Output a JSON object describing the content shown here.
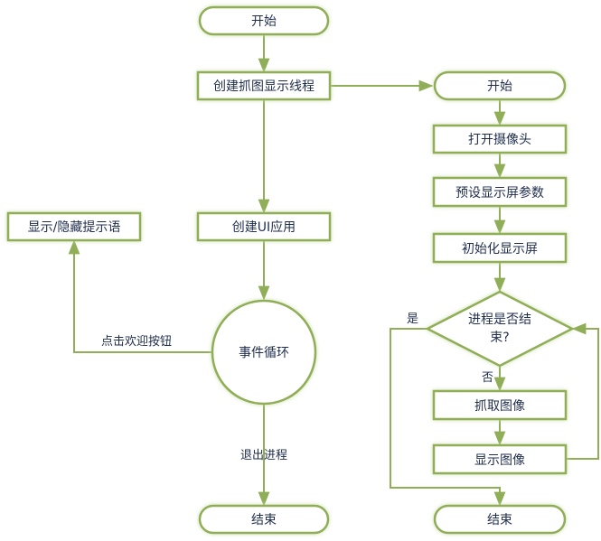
{
  "colors": {
    "stroke": "#8fae57",
    "text": "#1f2d4d",
    "glow": "#dbe8c4"
  },
  "nodes": {
    "start_main": "开始",
    "create_thread": "创建抓图显示线程",
    "create_ui": "创建UI应用",
    "event_loop": "事件循环",
    "end_main": "结束",
    "toggle_tip": "显示/隐藏提示语",
    "start_thread": "开始",
    "open_camera": "打开摄像头",
    "preset_display": "预设显示屏参数",
    "init_display": "初始化显示屏",
    "decision_line1": "进程是否结",
    "decision_line2": "束?",
    "capture_image": "抓取图像",
    "show_image": "显示图像",
    "end_thread": "结束"
  },
  "edge_labels": {
    "click_welcome": "点击欢迎按钮",
    "exit_process": "退出进程",
    "yes": "是",
    "no": "否"
  }
}
